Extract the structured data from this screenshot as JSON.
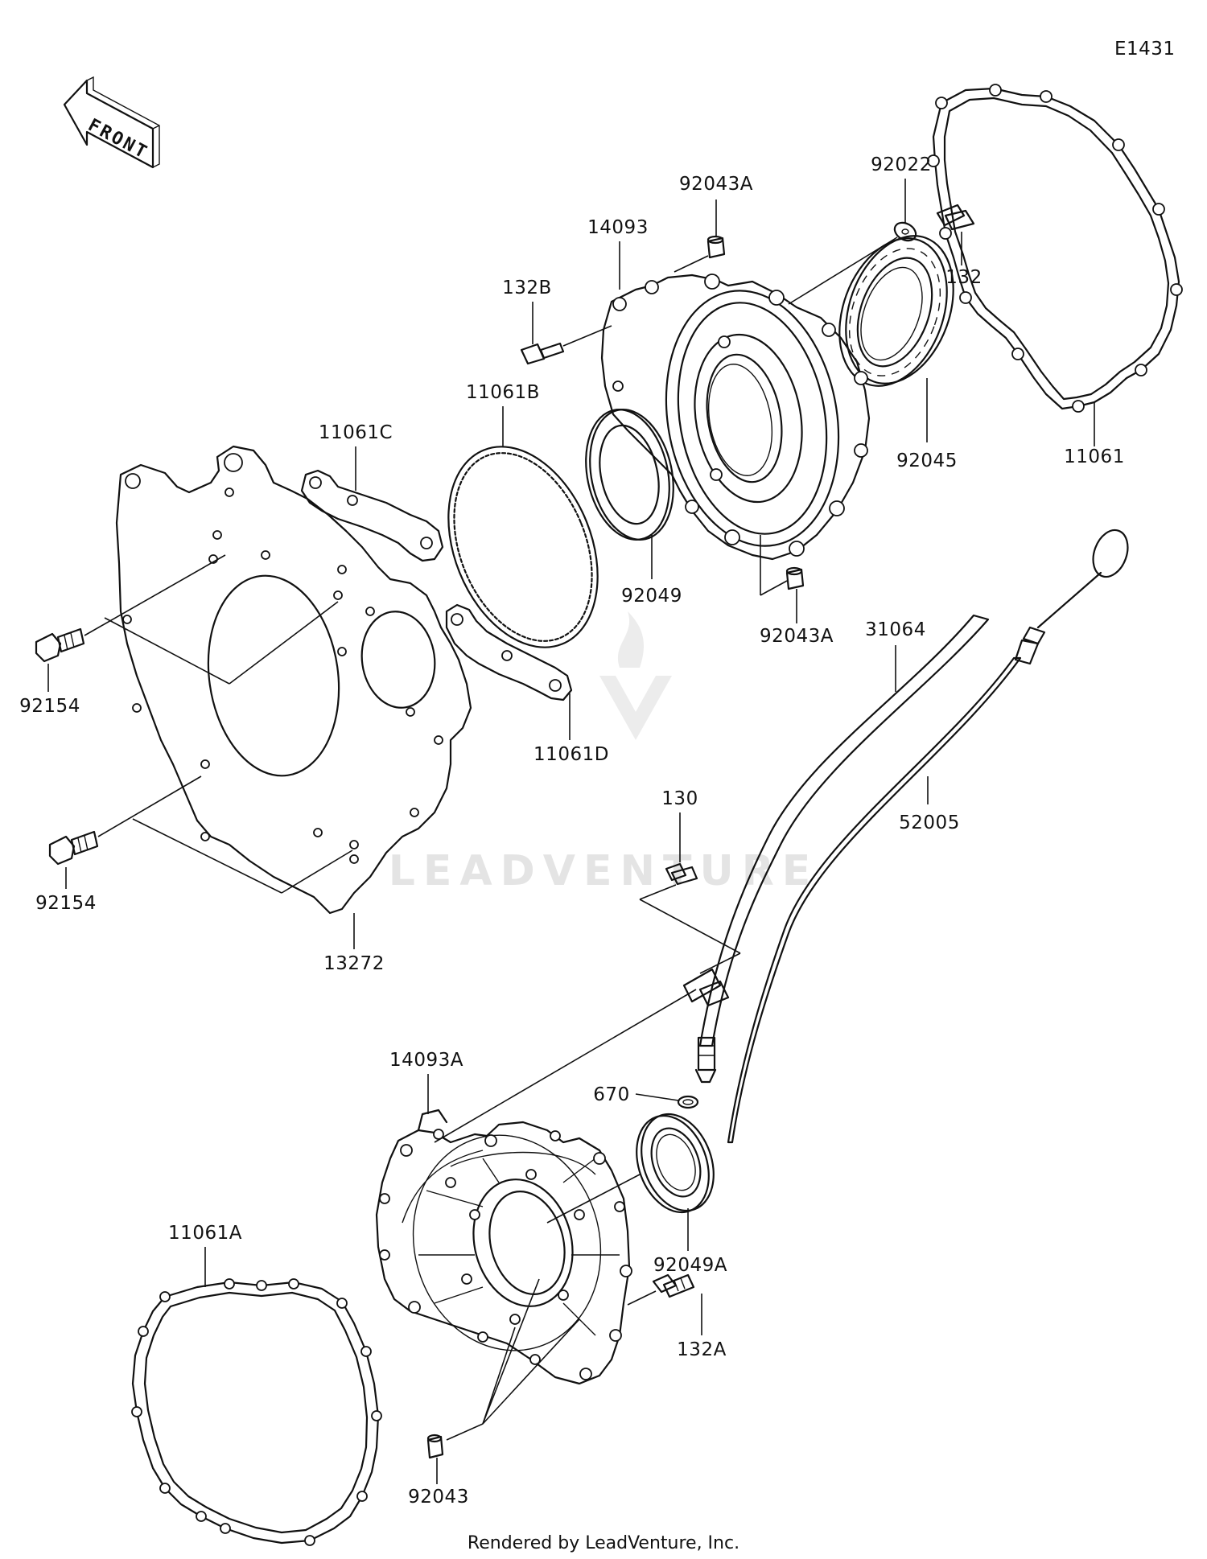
{
  "diagram_id": "E1431",
  "front_label": "FRONT",
  "watermark": "LEADVENTURE",
  "footer": "Rendered by LeadVenture, Inc.",
  "parts": {
    "p11061": "11061",
    "p11061A": "11061A",
    "p11061B": "11061B",
    "p11061C": "11061C",
    "p11061D": "11061D",
    "p13272": "13272",
    "p14093": "14093",
    "p14093A": "14093A",
    "p31064": "31064",
    "p52005": "52005",
    "p92022": "92022",
    "p92043": "92043",
    "p92043A_top": "92043A",
    "p92043A_bottom": "92043A",
    "p92045": "92045",
    "p92049": "92049",
    "p92049A": "92049A",
    "p92154_top": "92154",
    "p92154_bottom": "92154",
    "p130": "130",
    "p132": "132",
    "p132A": "132A",
    "p132B": "132B",
    "p670": "670"
  }
}
